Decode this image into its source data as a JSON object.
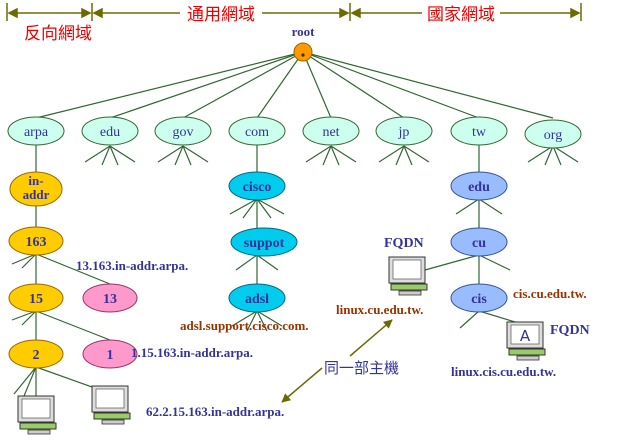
{
  "header": {
    "reverse_domain": "反向網域",
    "generic_domain": "通用網域",
    "country_domain": "國家網域"
  },
  "tree": {
    "root": "root",
    "tld": [
      "arpa",
      "edu",
      "gov",
      "com",
      "net",
      "jp",
      "tw",
      "org"
    ],
    "inaddr": "in-\naddr",
    "n163": "163",
    "n13": "13",
    "n15": "15",
    "n2": "2",
    "n1": "1",
    "cisco": "cisco",
    "suppot": "suppot",
    "adsl": "adsl",
    "edu2": "edu",
    "cu": "cu",
    "cis": "cis"
  },
  "labels": {
    "l13": "13.163.in-addr.arpa.",
    "l1": "1.15.163.in-addr.arpa.",
    "l62": "62.2.15.163.in-addr.arpa.",
    "adsl_fqdn": "adsl.support.cisco.com.",
    "fqdn1": "FQDN",
    "fqdn2": "FQDN",
    "linuxcu": "linux.cu.edu.tw.",
    "ciscu": "cis.cu.edu.tw.",
    "linuxcis": "linux.cis.cu.edu.tw.",
    "same_host": "同一部主機",
    "monitor_letter": "A"
  },
  "colors": {
    "light": "#ccffee",
    "yellow": "#ffcc00",
    "pink": "#ff99cc",
    "cyan": "#00ccee",
    "blue": "#99bbff",
    "root": "#ff9900",
    "red": "#ee0000",
    "navy": "#333399",
    "maroon": "#993300",
    "olive": "#6b6b00",
    "green": "#336633"
  }
}
